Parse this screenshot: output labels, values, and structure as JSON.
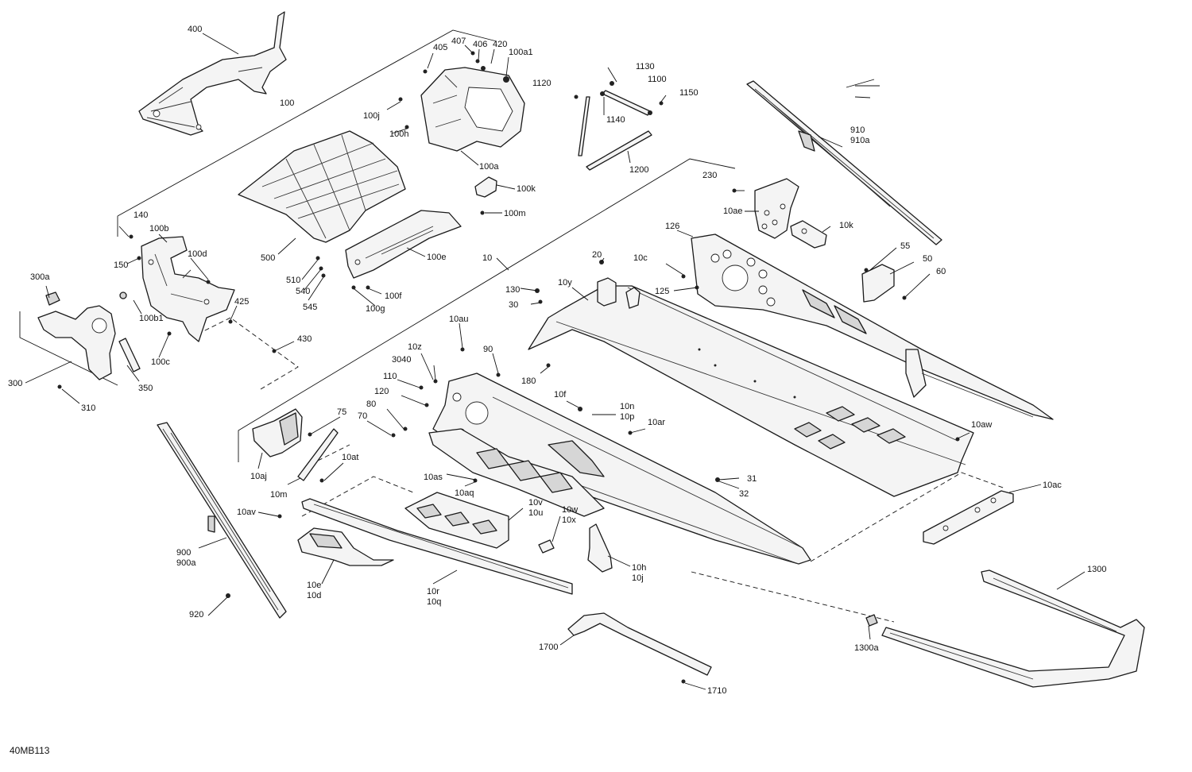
{
  "drawing_code": "40MB113",
  "labels": {
    "l400": "400",
    "l407": "407",
    "l406": "406",
    "l420": "420",
    "l405": "405",
    "l100a1": "100a1",
    "l100": "100",
    "l100j": "100j",
    "l100h": "100h",
    "l100a": "100a",
    "l100k": "100k",
    "l100m": "100m",
    "l1130": "1130",
    "l1120": "1120",
    "l1100": "1100",
    "l1150": "1150",
    "l1140": "1140",
    "l1200": "1200",
    "l910": "910",
    "l910a": "910a",
    "l230": "230",
    "l10ae": "10ae",
    "l10k": "10k",
    "l140": "140",
    "l100b": "100b",
    "l150": "150",
    "l100d": "100d",
    "l300a": "300a",
    "l425": "425",
    "l100b1": "100b1",
    "l100c": "100c",
    "l430": "430",
    "l300": "300",
    "l350": "350",
    "l310": "310",
    "l500": "500",
    "l510": "510",
    "l540": "540",
    "l545": "545",
    "l100e": "100e",
    "l100f": "100f",
    "l100g": "100g",
    "l10": "10",
    "l20": "20",
    "l10c": "10c",
    "l126": "126",
    "l125": "125",
    "l55": "55",
    "l50": "50",
    "l60": "60",
    "l130": "130",
    "l10y": "10y",
    "l30": "30",
    "l10au": "10au",
    "l10z": "10z",
    "l90": "90",
    "l3040": "3040",
    "l180": "180",
    "l110": "110",
    "l120": "120",
    "l80": "80",
    "l70": "70",
    "l10f": "10f",
    "l10n": "10n",
    "l10p": "10p",
    "l10ar": "10ar",
    "l75": "75",
    "l10aj": "10aj",
    "l10at": "10at",
    "l10m": "10m",
    "l10as": "10as",
    "l10aq": "10aq",
    "l10aw": "10aw",
    "l31": "31",
    "l32": "32",
    "l10ac": "10ac",
    "l10av": "10av",
    "l10v": "10v",
    "l10u": "10u",
    "l10w": "10w",
    "l10x": "10x",
    "l900": "900",
    "l900a": "900a",
    "l920": "920",
    "l10e": "10e",
    "l10d": "10d",
    "l10r": "10r",
    "l10q": "10q",
    "l10h": "10h",
    "l10j": "10j",
    "l1300": "1300",
    "l1300a": "1300a",
    "l1700": "1700",
    "l1710": "1710"
  }
}
